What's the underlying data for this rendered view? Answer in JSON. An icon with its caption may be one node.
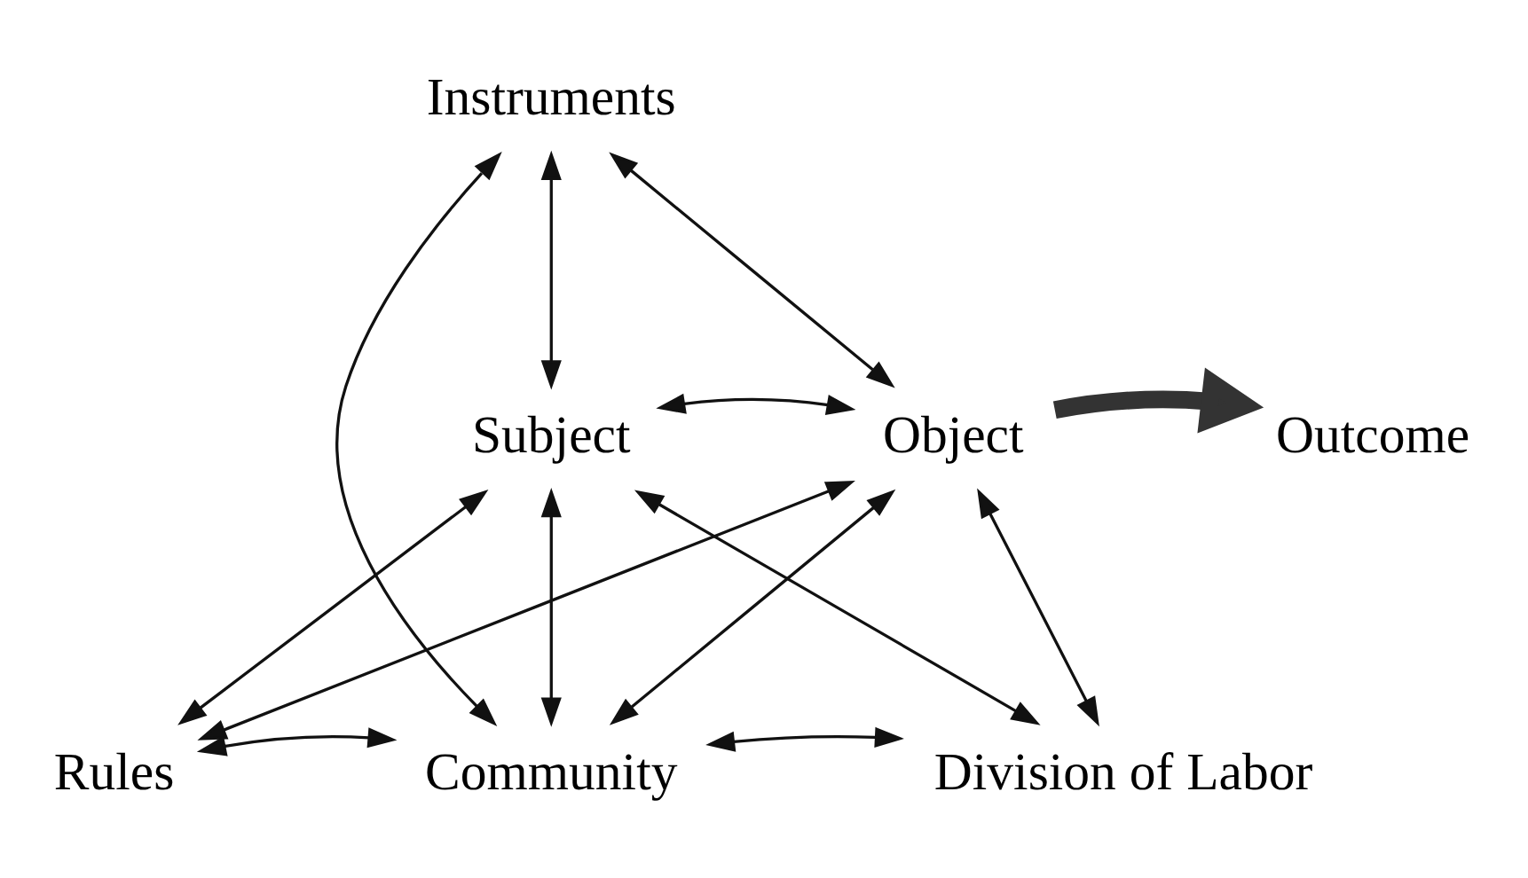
{
  "diagram": {
    "nodes": [
      {
        "text": [
          "Instruments"
        ]
      },
      {
        "text": [
          "Subject"
        ]
      },
      {
        "text": [
          "Object"
        ]
      },
      {
        "text": [
          "Outcome"
        ]
      },
      {
        "text": [
          "Rules"
        ]
      },
      {
        "text": [
          "Community"
        ]
      },
      {
        "text": [
          "Division of Labor"
        ]
      }
    ],
    "edges": [
      {
        "from": 0,
        "to": 1,
        "arrow": "both"
      },
      {
        "from": 0,
        "to": 2,
        "arrow": "both"
      },
      {
        "from": 0,
        "to": 5,
        "arrow": "both"
      },
      {
        "from": 1,
        "to": 2,
        "arrow": "both"
      },
      {
        "from": 1,
        "to": 4,
        "arrow": "both"
      },
      {
        "from": 1,
        "to": 5,
        "arrow": "both"
      },
      {
        "from": 1,
        "to": 6,
        "arrow": "both"
      },
      {
        "from": 2,
        "to": 4,
        "arrow": "both"
      },
      {
        "from": 2,
        "to": 5,
        "arrow": "both"
      },
      {
        "from": 2,
        "to": 6,
        "arrow": "both"
      },
      {
        "from": 4,
        "to": 5,
        "arrow": "both"
      },
      {
        "from": 6,
        "to": 5,
        "arrow": "both"
      },
      {
        "from": 2,
        "to": 3,
        "arrow": "to",
        "style": "thick"
      }
    ]
  }
}
